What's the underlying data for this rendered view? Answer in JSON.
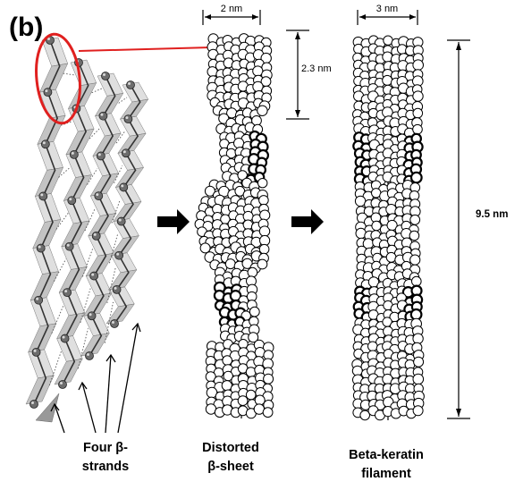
{
  "panel_label": "(b)",
  "dimensions": {
    "sheet_width": "2 nm",
    "repeat_length": "2.3 nm",
    "filament_width": "3 nm",
    "filament_length": "9.5 nm"
  },
  "stages": [
    {
      "id": "strands",
      "line1": "Four β-",
      "line2": "strands"
    },
    {
      "id": "sheet",
      "line1": "Distorted",
      "line2": "β-sheet"
    },
    {
      "id": "filament",
      "line1": "Beta-keratin",
      "line2": "filament"
    }
  ],
  "colors": {
    "highlight": "#e0201f",
    "ink": "#000000",
    "strand_fill": "#b8b8b8"
  }
}
